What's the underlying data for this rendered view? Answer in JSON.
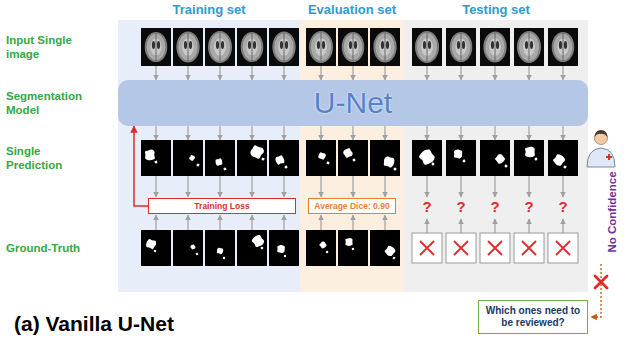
{
  "diagram": {
    "caption": "(a) Vanilla U-Net",
    "nodes": [
      {
        "text": [
          "Training set"
        ]
      },
      {
        "text": [
          "Evaluation set"
        ]
      },
      {
        "text": [
          "Testing set"
        ]
      },
      {
        "text": [
          "U-Net"
        ]
      },
      {
        "text": [
          "Training Loss"
        ],
        "in": 0
      },
      {
        "text": [
          "Average Dice: 0.90"
        ],
        "in": 1
      },
      {
        "text": [
          "Which ones need to be reviewed?"
        ]
      }
    ],
    "edges": [
      {
        "from": 4,
        "to": 3,
        "arrow": "to"
      }
    ],
    "labels": [
      "Input Single image",
      "Segmentation Model",
      "Single Prediction",
      "Ground-Truth",
      "?",
      "?",
      "?",
      "?",
      "?",
      "No Confidence"
    ]
  }
}
